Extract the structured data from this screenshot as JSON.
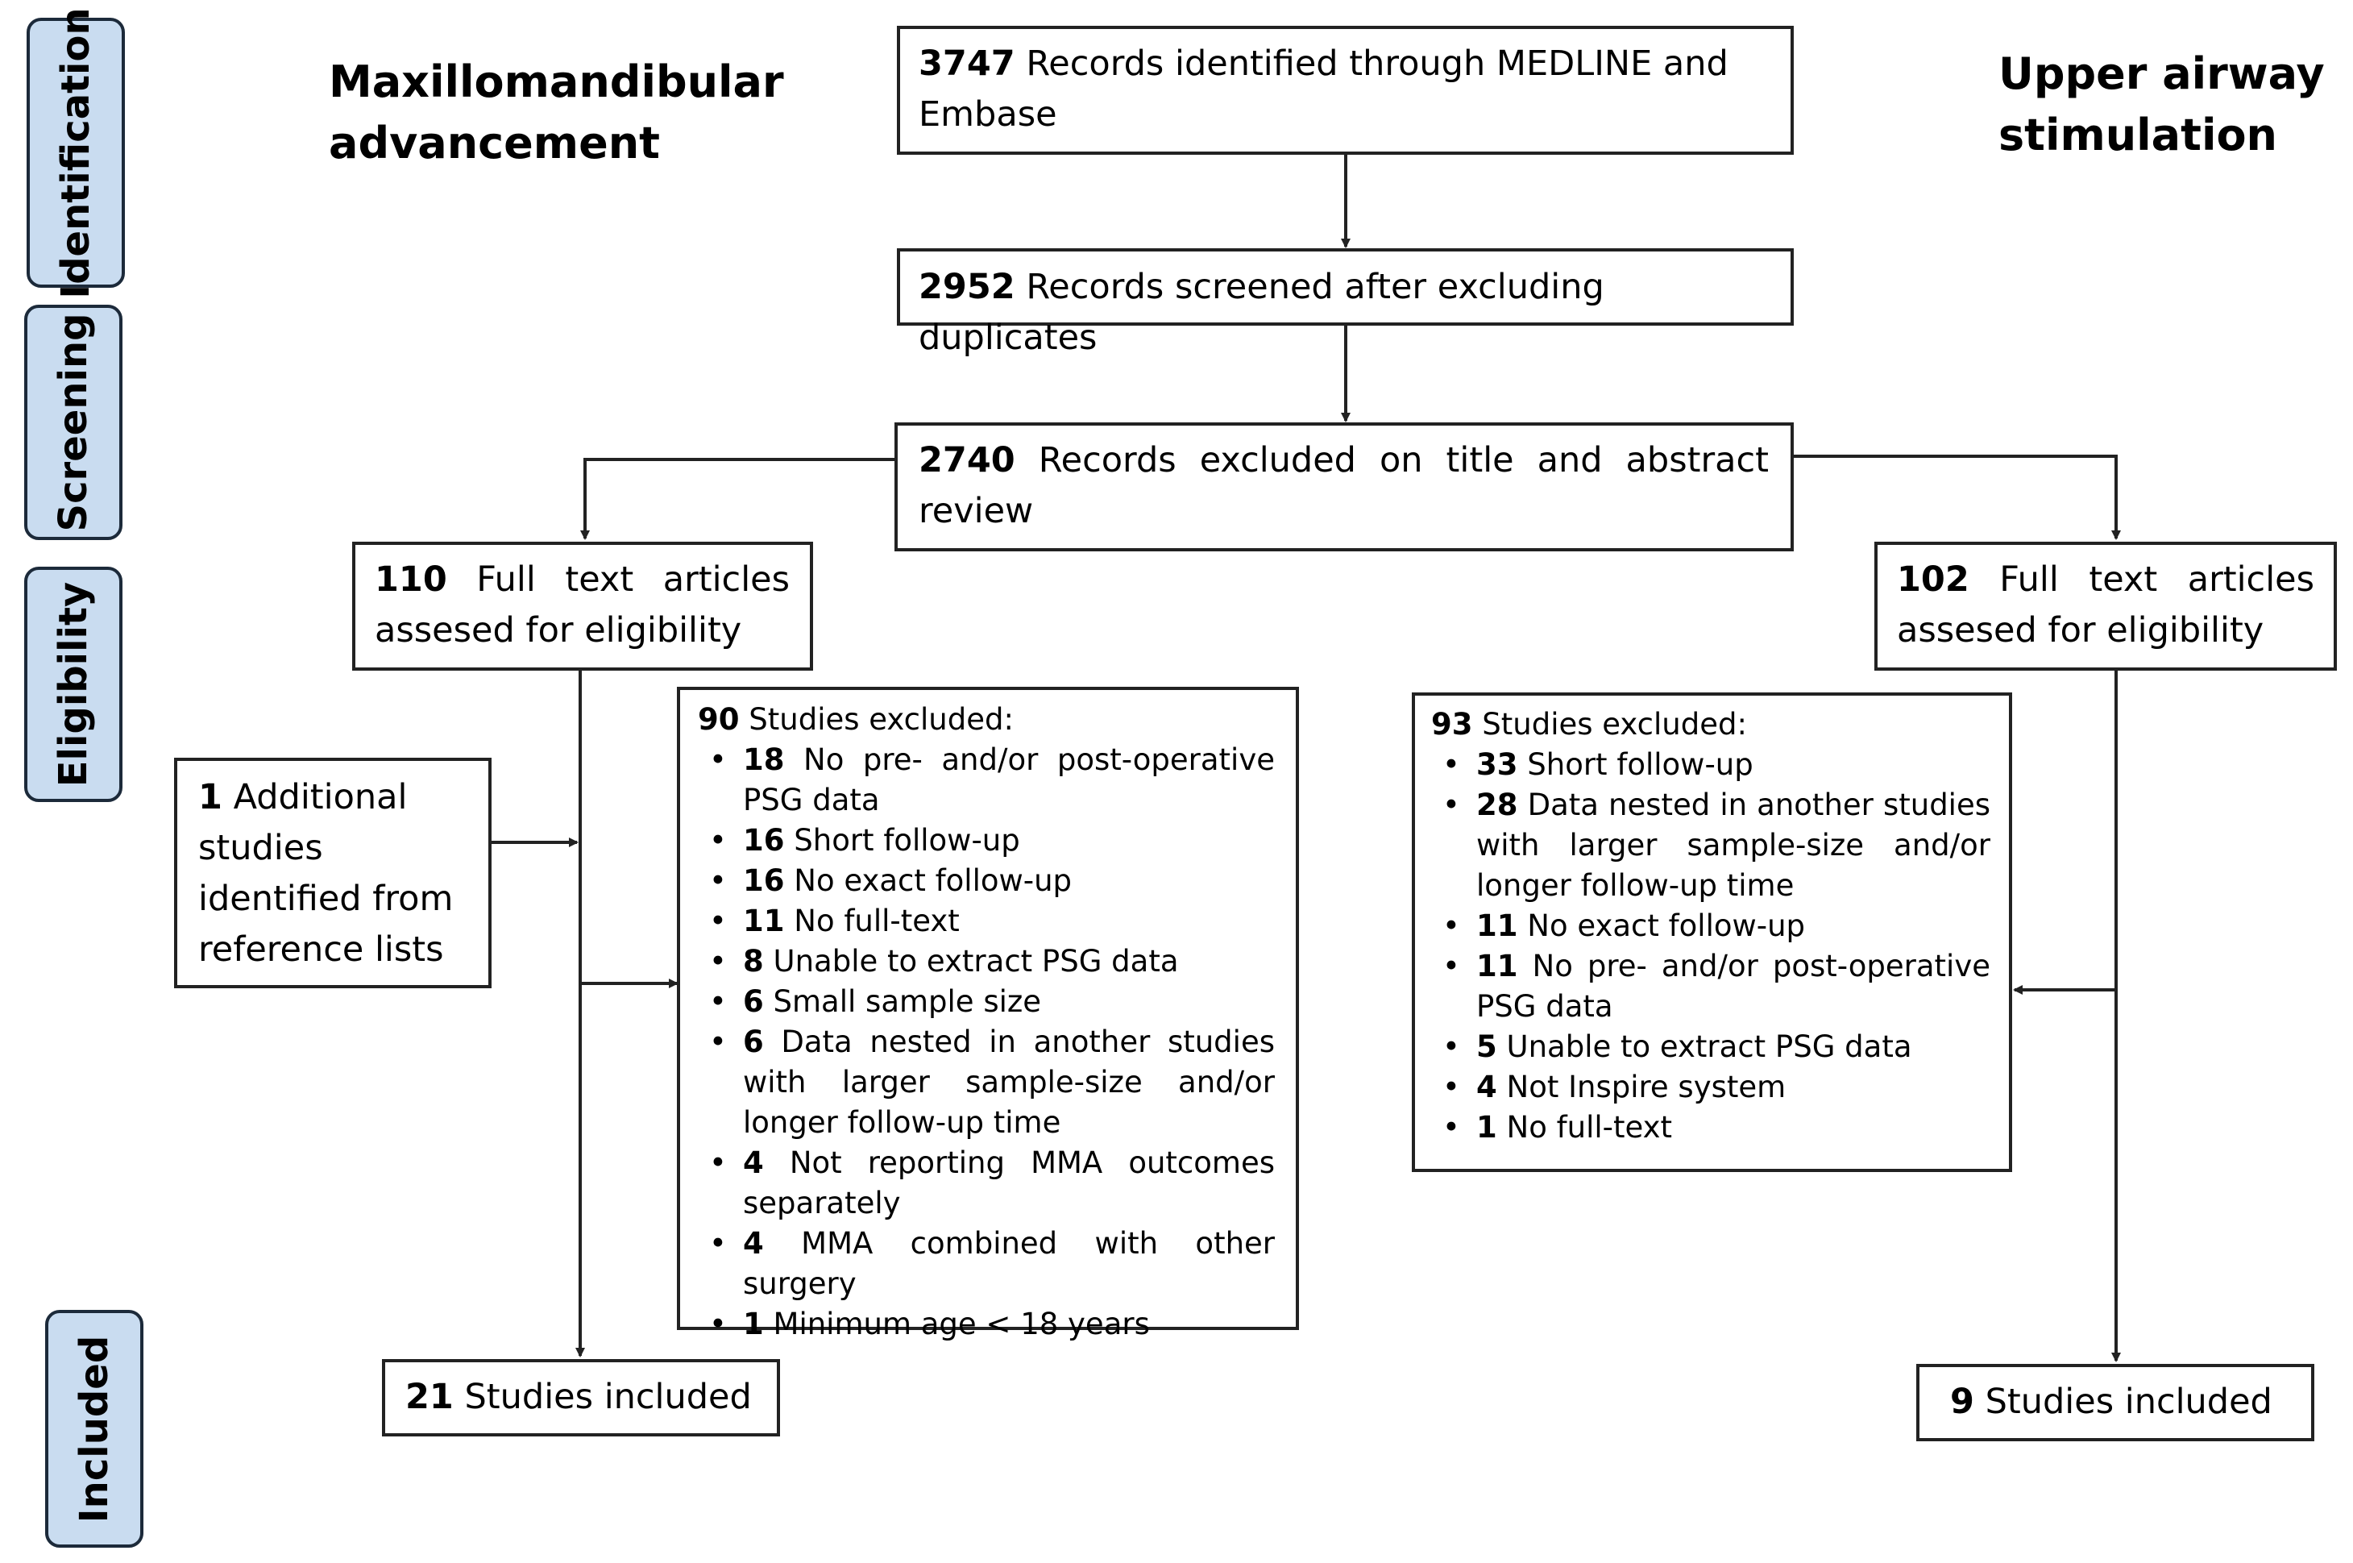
{
  "stages": [
    "Identification",
    "Screening",
    "Eligibility",
    "Included"
  ],
  "headings": {
    "left": [
      "Maxillomandibular",
      "advancement"
    ],
    "right": [
      "Upper airway",
      "stimulation"
    ]
  },
  "identified": {
    "count": "3747",
    "text": "Records identified through MEDLINE and Embase"
  },
  "screened": {
    "count": "2952",
    "text": "Records screened after excluding duplicates"
  },
  "excluded_title": {
    "count": "2740",
    "text": "Records excluded on title and abstract review"
  },
  "mma": {
    "fulltext": {
      "count": "110",
      "text": "Full text articles assesed for eligibility"
    },
    "additional": {
      "count": "1",
      "text": "Additional studies identified from reference lists"
    },
    "excluded": {
      "count": "90",
      "label": "Studies excluded:",
      "items": [
        {
          "count": "18",
          "text": "No pre- and/or post-operative PSG data"
        },
        {
          "count": "16",
          "text": "Short follow-up"
        },
        {
          "count": "16",
          "text": "No exact follow-up"
        },
        {
          "count": "11",
          "text": "No full-text"
        },
        {
          "count": "8",
          "text": "Unable to extract PSG data"
        },
        {
          "count": "6",
          "text": "Small sample size"
        },
        {
          "count": "6",
          "text": "Data nested in another studies with larger sample-size and/or longer follow-up time"
        },
        {
          "count": "4",
          "text": "Not reporting MMA outcomes separately"
        },
        {
          "count": "4",
          "text": "MMA combined with other surgery"
        },
        {
          "count": "1",
          "text": "Minimum age < 18 years"
        }
      ]
    },
    "included": {
      "count": "21",
      "text": "Studies included"
    }
  },
  "uas": {
    "fulltext": {
      "count": "102",
      "text": "Full text articles assesed for eligibility"
    },
    "excluded": {
      "count": "93",
      "label": "Studies excluded:",
      "items": [
        {
          "count": "33",
          "text": "Short follow-up"
        },
        {
          "count": "28",
          "text": "Data nested in another studies with larger sample-size and/or longer follow-up time"
        },
        {
          "count": "11",
          "text": "No exact follow-up"
        },
        {
          "count": "11",
          "text": "No pre- and/or post-operative PSG data"
        },
        {
          "count": "5",
          "text": "Unable to extract PSG data"
        },
        {
          "count": "4",
          "text": "Not Inspire system"
        },
        {
          "count": "1",
          "text": "No full-text"
        }
      ]
    },
    "included": {
      "count": "9",
      "text": "Studies included"
    }
  }
}
